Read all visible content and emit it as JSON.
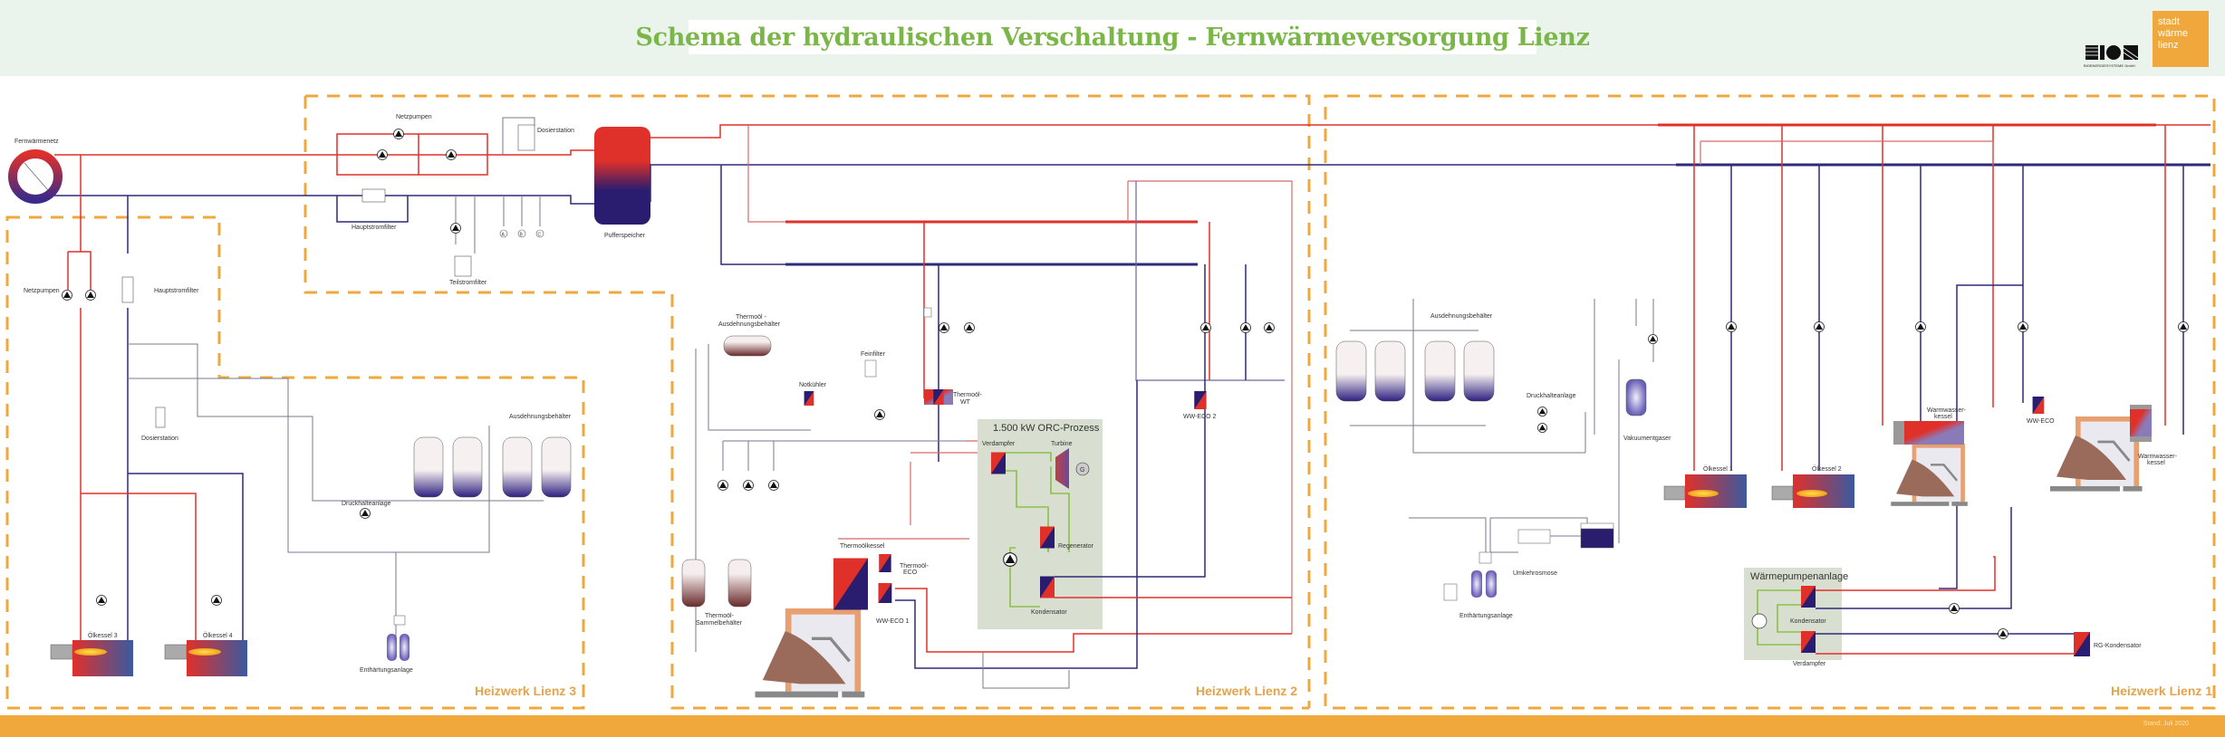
{
  "header": {
    "title": "Schema der hydraulischen Verschaltung - Fernwärmeversorgung Lienz",
    "logo_bios": "BIOS",
    "logo_bios_sub": "BIOENERGIESYSTEME GmbH",
    "logo_stadt": [
      "stadt",
      "wärme",
      "lienz"
    ]
  },
  "footer": {
    "note": "Stand: Juli 2020"
  },
  "colors": {
    "supply": "#e0302a",
    "return": "#2e2a78",
    "section_border": "#f0a83c",
    "orc_process": "#8cbf4a",
    "title": "#7ab648"
  },
  "sections": {
    "hw3": "Heizwerk Lienz 3",
    "hw2": "Heizwerk Lienz 2",
    "hw1": "Heizwerk Lienz 1"
  },
  "network": {
    "fernwaermenetz": "Fernwärmenetz",
    "netzpumpen_top": "Netzpumpen",
    "dosierstation_top": "Dosierstation",
    "hauptstromfilter_top": "Hauptstromfilter",
    "teilstromfilter": "Teilstromfilter",
    "pufferspeicher": "Pufferspeicher",
    "markers": [
      "A",
      "B",
      "C"
    ]
  },
  "hw3": {
    "netzpumpen": "Netzpumpen",
    "hauptstromfilter": "Hauptstromfilter",
    "dosierstation": "Dosierstation",
    "druckhalteanlage": "Druckhalteanlage",
    "ausdehnungsbehaelter": "Ausdehnungsbehälter",
    "enthaertungsanlage": "Enthärtungsanlage",
    "oelkessel3": "Ölkessel 3",
    "oelkessel4": "Ölkessel 4"
  },
  "hw2": {
    "thermoel_ausdehnung": [
      "Thermoöl -",
      "Ausdehnungsbehälter"
    ],
    "notkuehler": "Notkühler",
    "feinfilter": "Feinfilter",
    "thermoel_wt": [
      "Thermoöl-",
      "WT"
    ],
    "orc_title": "1.500 kW ORC-Prozess",
    "verdampfer": "Verdampfer",
    "turbine": "Turbine",
    "generator": "G",
    "regenerator": "Regenerator",
    "kondensator": "Kondensator",
    "thermoelkessel": "Thermoölkessel",
    "thermoel_eco": [
      "Thermoöl-",
      "ECO"
    ],
    "ww_eco1": "WW-ECO 1",
    "ww_eco2": "WW-ECO 2",
    "sammelbehaelter": [
      "Thermoöl-",
      "Sammelbehälter"
    ]
  },
  "hw1": {
    "ausdehnungsbehaelter": "Ausdehnungsbehälter",
    "druckhalteanlage": "Druckhalteanlage",
    "vakuumentgaser": "Vakuumentgaser",
    "umkehrosmose": "Umkehrosmose",
    "enthaertungsanlage": "Enthärtungsanlage",
    "oelkessel1": "Ölkessel 1",
    "oelkessel2": "Ölkessel 2",
    "warmwasserkessel_a": [
      "Warmwasser-",
      "kessel"
    ],
    "warmwasserkessel_b": [
      "Warmwasser-",
      "kessel"
    ],
    "ww_eco": "WW-ECO",
    "waermepumpe_title": "Wärmepumpenanlage",
    "wp_kondensator": "Kondensator",
    "wp_verdampfer": "Verdampfer",
    "rg_kondensator": "RG-Kondensator"
  }
}
